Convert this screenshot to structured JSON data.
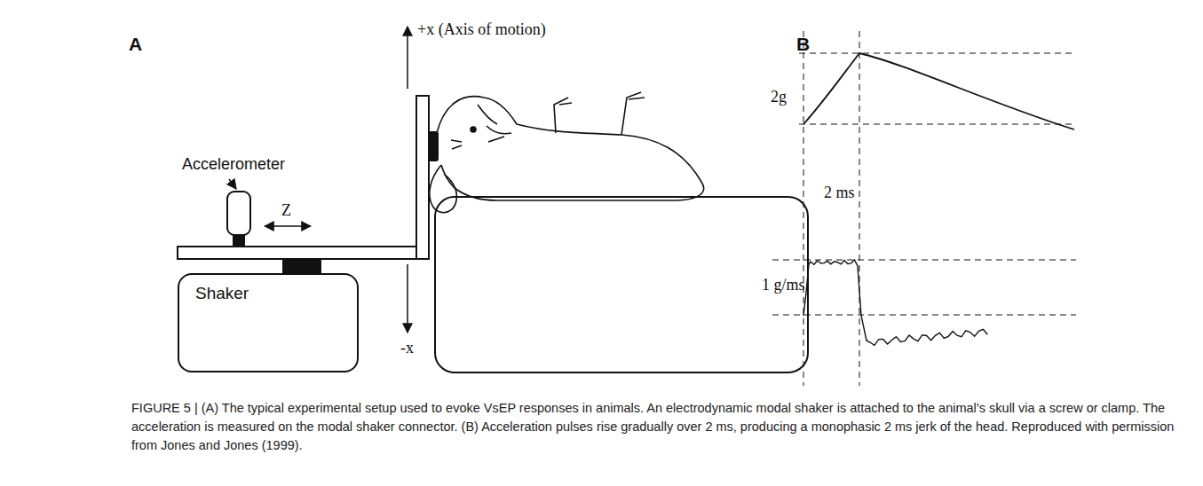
{
  "diagram": {
    "caption": "FIGURE 5 | (A) The typical experimental setup used to evoke VsEP responses in animals. An electrodynamic modal shaker is attached to the animal’s skull via a screw or clamp. The acceleration is measured on the modal shaker connector. (B) Acceleration pulses rise gradually over 2 ms, producing a monophasic 2 ms jerk of the head. Reproduced with permission from Jones and Jones (1999).",
    "nodes": [
      {
        "text": [
          "Shaker"
        ]
      }
    ],
    "labels": [
      "A",
      "+x (Axis of motion)",
      "Accelerometer",
      "Z",
      "-x",
      "B",
      "2g",
      "2 ms",
      "1 g/ms"
    ]
  }
}
